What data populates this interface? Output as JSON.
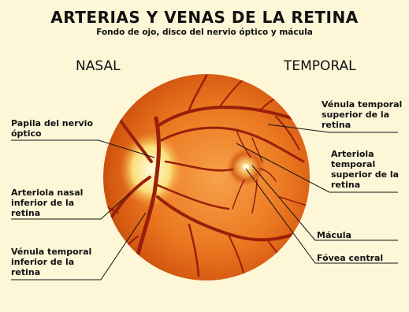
{
  "header": {
    "title": "ARTERIAS Y VENAS DE LA RETINA",
    "subtitle": "Fondo de ojo, disco del nervio óptico y mácula"
  },
  "sides": {
    "nasal": "NASAL",
    "temporal": "TEMPORAL"
  },
  "labels": {
    "papila": "Papila del nervio\nóptico",
    "arteriola_nasal": "Arteriola nasal\ninferior de la\nretina",
    "venula_inferior": "Vénula temporal\ninferior de la\nretina",
    "venula_superior": "Vénula temporal\nsuperior de la\nretina",
    "arteriola_superior": "Arteriola\ntemporal\nsuperior de la\nretina",
    "macula": "Mácula",
    "fovea": "Fóvea central"
  },
  "colors": {
    "background": "#fdf7d8",
    "retina": "#e8701c",
    "vessel": "#9a1f0a",
    "optic_disc": "#fff3b0"
  }
}
